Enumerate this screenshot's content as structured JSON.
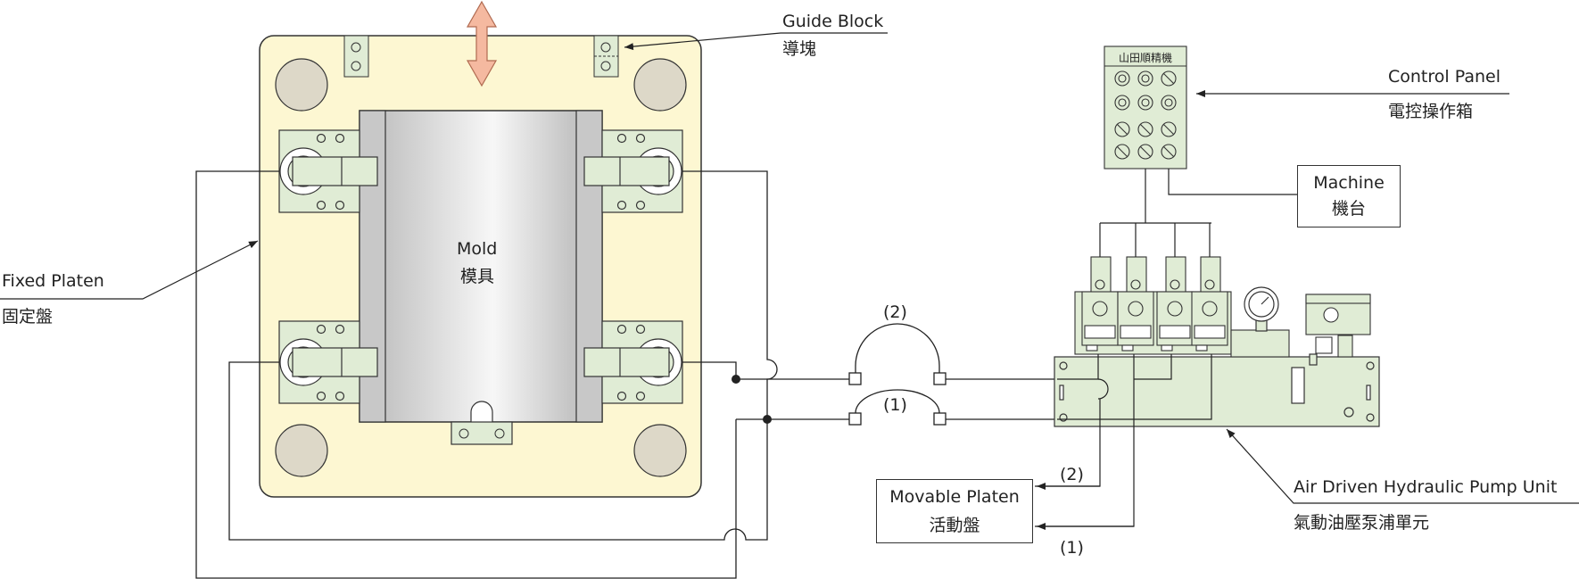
{
  "labels": {
    "guide_block_en": "Guide Block",
    "guide_block_zh": "導塊",
    "control_panel_en": "Control Panel",
    "control_panel_zh": "電控操作箱",
    "machine_en": "Machine",
    "machine_zh": "機台",
    "fixed_platen_en": "Fixed Platen",
    "fixed_platen_zh": "固定盤",
    "mold_en": "Mold",
    "mold_zh": "模具",
    "hose_2": "(2)",
    "hose_1": "(1)",
    "movable_platen_en": "Movable Platen",
    "movable_platen_zh": "活動盤",
    "out_2": "(2)",
    "out_1": "(1)",
    "pump_en": "Air Driven Hydraulic Pump Unit",
    "pump_zh": "氣動油壓泵浦單元",
    "panel_brand": "山田順精機"
  },
  "colors": {
    "platen": "#fdf7d2",
    "column": "#ddd8c8",
    "clamp": "#e0ecd5",
    "pump": "#e0ecd5",
    "arrow": "#f5b9a0",
    "mold_light": "#f4f4f4",
    "mold_dark": "#b4b4b4",
    "line": "#222222"
  },
  "icons": [
    "double-arrow-icon",
    "pressure-gauge-icon",
    "control-panel-knobs"
  ]
}
